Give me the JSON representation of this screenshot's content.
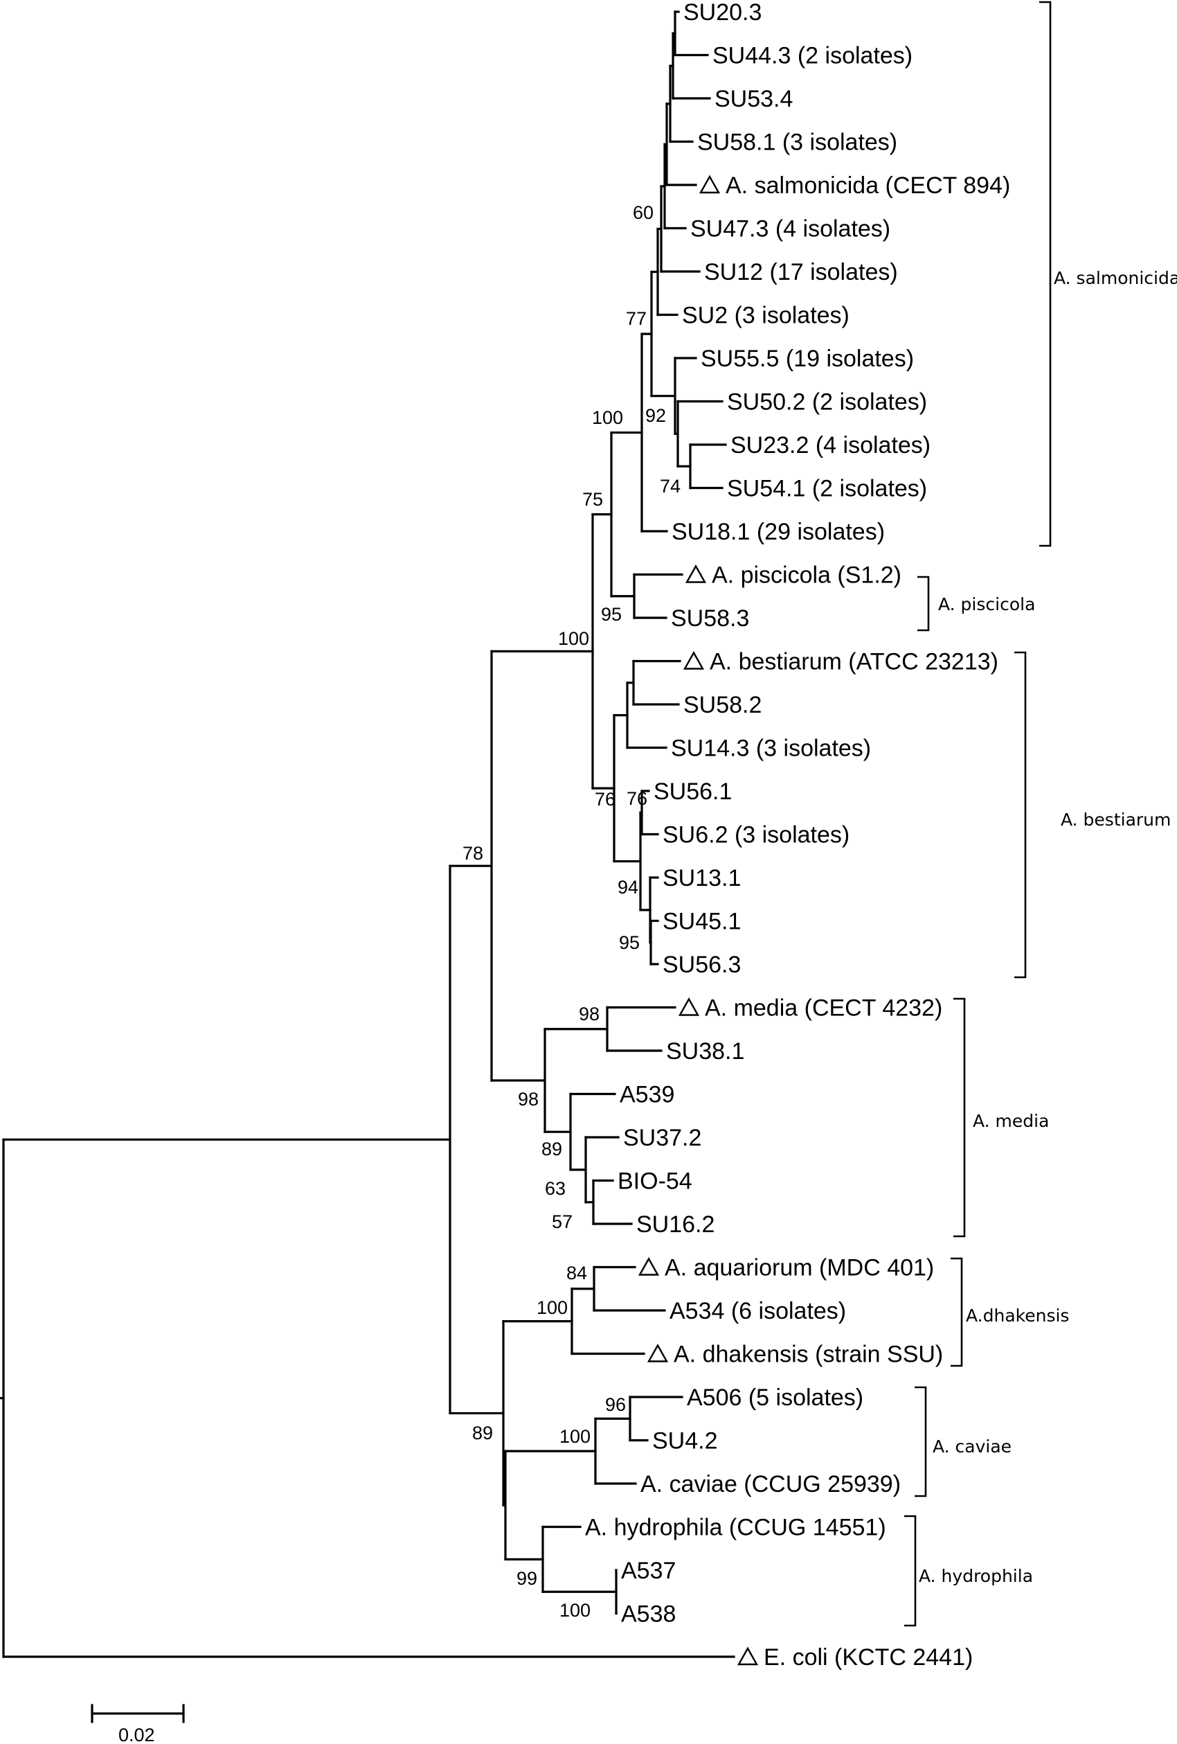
{
  "tree": {
    "leaves": [
      {
        "label": "SU20.3",
        "ref": false
      },
      {
        "label": "SU44.3 (2 isolates)",
        "ref": false
      },
      {
        "label": "SU53.4",
        "ref": false
      },
      {
        "label": "SU58.1 (3 isolates)",
        "ref": false
      },
      {
        "label": "A. salmonicida (CECT 894)",
        "ref": true
      },
      {
        "label": "SU47.3 (4 isolates)",
        "ref": false
      },
      {
        "label": "SU12 (17 isolates)",
        "ref": false
      },
      {
        "label": "SU2 (3 isolates)",
        "ref": false
      },
      {
        "label": "SU55.5 (19 isolates)",
        "ref": false
      },
      {
        "label": "SU50.2 (2 isolates)",
        "ref": false
      },
      {
        "label": "SU23.2 (4 isolates)",
        "ref": false
      },
      {
        "label": "SU54.1 (2 isolates)",
        "ref": false
      },
      {
        "label": "SU18.1 (29 isolates)",
        "ref": false
      },
      {
        "label": "A. piscicola (S1.2)",
        "ref": true
      },
      {
        "label": "SU58.3",
        "ref": false
      },
      {
        "label": "A. bestiarum (ATCC 23213)",
        "ref": true
      },
      {
        "label": "SU58.2",
        "ref": false
      },
      {
        "label": "SU14.3 (3 isolates)",
        "ref": false
      },
      {
        "label": "SU56.1",
        "ref": false
      },
      {
        "label": "SU6.2 (3 isolates)",
        "ref": false
      },
      {
        "label": "SU13.1",
        "ref": false
      },
      {
        "label": "SU45.1",
        "ref": false
      },
      {
        "label": "SU56.3",
        "ref": false
      },
      {
        "label": "A. media (CECT 4232)",
        "ref": true
      },
      {
        "label": "SU38.1",
        "ref": false
      },
      {
        "label": "A539",
        "ref": false
      },
      {
        "label": "SU37.2",
        "ref": false
      },
      {
        "label": "BIO-54",
        "ref": false
      },
      {
        "label": "SU16.2",
        "ref": false
      },
      {
        "label": "A. aquariorum (MDC 401)",
        "ref": true
      },
      {
        "label": "A534 (6 isolates)",
        "ref": false
      },
      {
        "label": "A. dhakensis (strain SSU)",
        "ref": true
      },
      {
        "label": "A506 (5 isolates)",
        "ref": false
      },
      {
        "label": "SU4.2",
        "ref": false
      },
      {
        "label": "A. caviae (CCUG 25939)",
        "ref": false
      },
      {
        "label": "A. hydrophila (CCUG 14551)",
        "ref": false
      },
      {
        "label": "A537",
        "ref": false
      },
      {
        "label": "A538",
        "ref": false
      },
      {
        "label": "E. coli (KCTC 2441)",
        "ref": true
      }
    ],
    "bootstrap": [
      "60",
      "77",
      "92",
      "74",
      "100",
      "75",
      "95",
      "100",
      "76",
      "76",
      "94",
      "95",
      "78",
      "98",
      "98",
      "89",
      "63",
      "57",
      "84",
      "100",
      "96",
      "100",
      "89",
      "99",
      "100"
    ],
    "clades": [
      {
        "label": "A. salmonicida"
      },
      {
        "label": "A. piscicola"
      },
      {
        "label": "A. bestiarum"
      },
      {
        "label": "A. media"
      },
      {
        "label": "A.dhakensis"
      },
      {
        "label": "A. caviae"
      },
      {
        "label": "A. hydrophila"
      }
    ],
    "scale_bar": {
      "label": "0.02"
    }
  }
}
